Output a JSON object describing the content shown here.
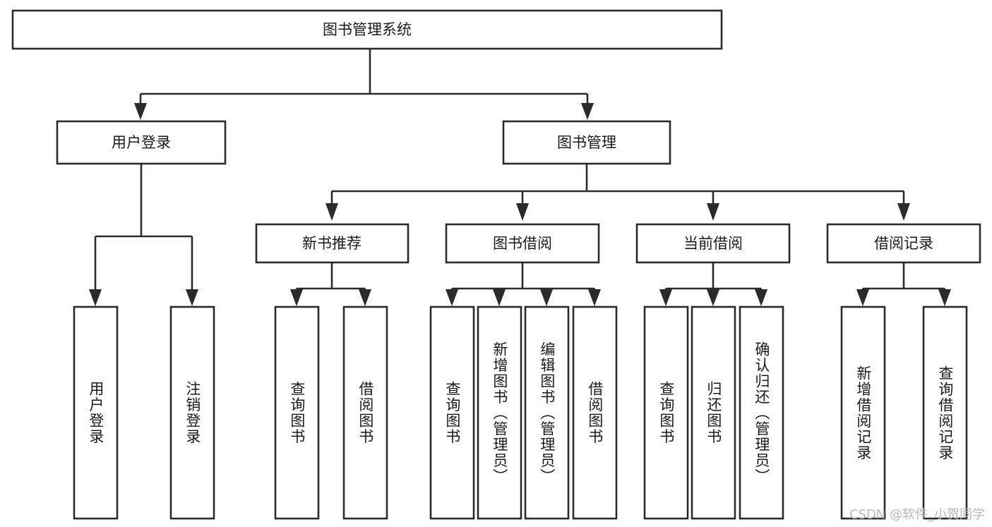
{
  "diagram": {
    "type": "tree",
    "title": "图书管理系统",
    "root": {
      "id": "root",
      "label": "图书管理系统",
      "orientation": "horizontal"
    },
    "level2": [
      {
        "id": "user-login",
        "label": "用户登录",
        "orientation": "horizontal"
      },
      {
        "id": "book-management",
        "label": "图书管理",
        "orientation": "horizontal"
      }
    ],
    "level3": [
      {
        "id": "new-book-recommend",
        "label": "新书推荐",
        "orientation": "horizontal",
        "parent": "book-management"
      },
      {
        "id": "book-borrow",
        "label": "图书借阅",
        "orientation": "horizontal",
        "parent": "book-management"
      },
      {
        "id": "current-borrow",
        "label": "当前借阅",
        "orientation": "horizontal",
        "parent": "book-management"
      },
      {
        "id": "borrow-record",
        "label": "借阅记录",
        "orientation": "horizontal",
        "parent": "book-management"
      }
    ],
    "leaves": [
      {
        "id": "leaf-user-login",
        "label": "用户登录",
        "parent": "user-login",
        "orientation": "vertical"
      },
      {
        "id": "leaf-user-logout",
        "label": "注销登录",
        "parent": "user-login",
        "orientation": "vertical"
      },
      {
        "id": "leaf-query-book-1",
        "label": "查询图书",
        "parent": "new-book-recommend",
        "orientation": "vertical"
      },
      {
        "id": "leaf-borrow-book-1",
        "label": "借阅图书",
        "parent": "new-book-recommend",
        "orientation": "vertical"
      },
      {
        "id": "leaf-query-book-2",
        "label": "查询图书",
        "parent": "book-borrow",
        "orientation": "vertical"
      },
      {
        "id": "leaf-add-book",
        "label": "新增图书（管理员）",
        "parent": "book-borrow",
        "orientation": "vertical"
      },
      {
        "id": "leaf-edit-book",
        "label": "编辑图书（管理员）",
        "parent": "book-borrow",
        "orientation": "vertical"
      },
      {
        "id": "leaf-borrow-book-2",
        "label": "借阅图书",
        "parent": "book-borrow",
        "orientation": "vertical"
      },
      {
        "id": "leaf-query-book-3",
        "label": "查询图书",
        "parent": "current-borrow",
        "orientation": "vertical"
      },
      {
        "id": "leaf-return-book",
        "label": "归还图书",
        "parent": "current-borrow",
        "orientation": "vertical"
      },
      {
        "id": "leaf-confirm-return",
        "label": "确认归还（管理员）",
        "parent": "current-borrow",
        "orientation": "vertical"
      },
      {
        "id": "leaf-add-record",
        "label": "新增借阅记录",
        "parent": "borrow-record",
        "orientation": "vertical"
      },
      {
        "id": "leaf-query-record",
        "label": "查询借阅记录",
        "parent": "borrow-record",
        "orientation": "vertical"
      }
    ],
    "colors": {
      "box_stroke": "#2b2b2b",
      "box_fill": "#ffffff",
      "text": "#1a1a1a",
      "connector": "#2b2b2b",
      "background": "#ffffff",
      "watermark": "#b9b9b9"
    }
  },
  "watermark": {
    "text": "CSDN @软件_小贺同学"
  }
}
